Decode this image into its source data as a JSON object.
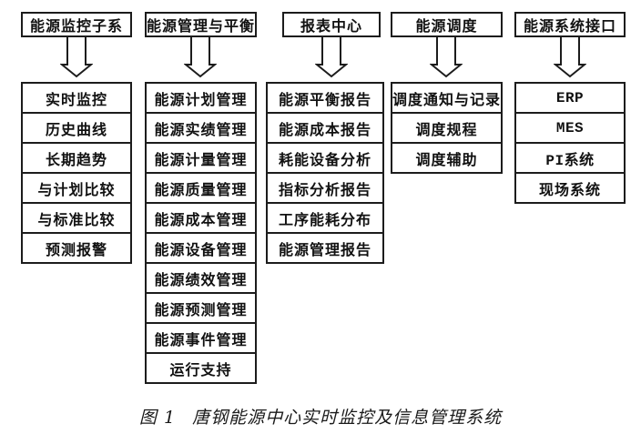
{
  "figure_type": "block-diagram",
  "caption": {
    "label": "图 1",
    "title": "唐钢能源中心实时监控及信息管理系统"
  },
  "icons": {
    "down_arrow": "hollow-block-arrow-down"
  },
  "colors": {
    "background": "#ffffff",
    "box_border": "#1c1c1c",
    "text": "#111111"
  },
  "columns": [
    {
      "header": "能源监控子系",
      "items": [
        "实时监控",
        "历史曲线",
        "长期趋势",
        "与计划比较",
        "与标准比较",
        "预测报警"
      ]
    },
    {
      "header": "能源管理与平衡",
      "items": [
        "能源计划管理",
        "能源实绩管理",
        "能源计量管理",
        "能源质量管理",
        "能源成本管理",
        "能源设备管理",
        "能源绩效管理",
        "能源预测管理",
        "能源事件管理",
        "运行支持"
      ]
    },
    {
      "header": "报表中心",
      "items": [
        "能源平衡报告",
        "能源成本报告",
        "耗能设备分析",
        "指标分析报告",
        "工序能耗分布",
        "能源管理报告"
      ]
    },
    {
      "header": "能源调度",
      "items": [
        "调度通知与记录",
        "调度规程",
        "调度辅助"
      ]
    },
    {
      "header": "能源系统接口",
      "items": [
        "ERP",
        "MES",
        "PI系统",
        "现场系统"
      ]
    }
  ]
}
